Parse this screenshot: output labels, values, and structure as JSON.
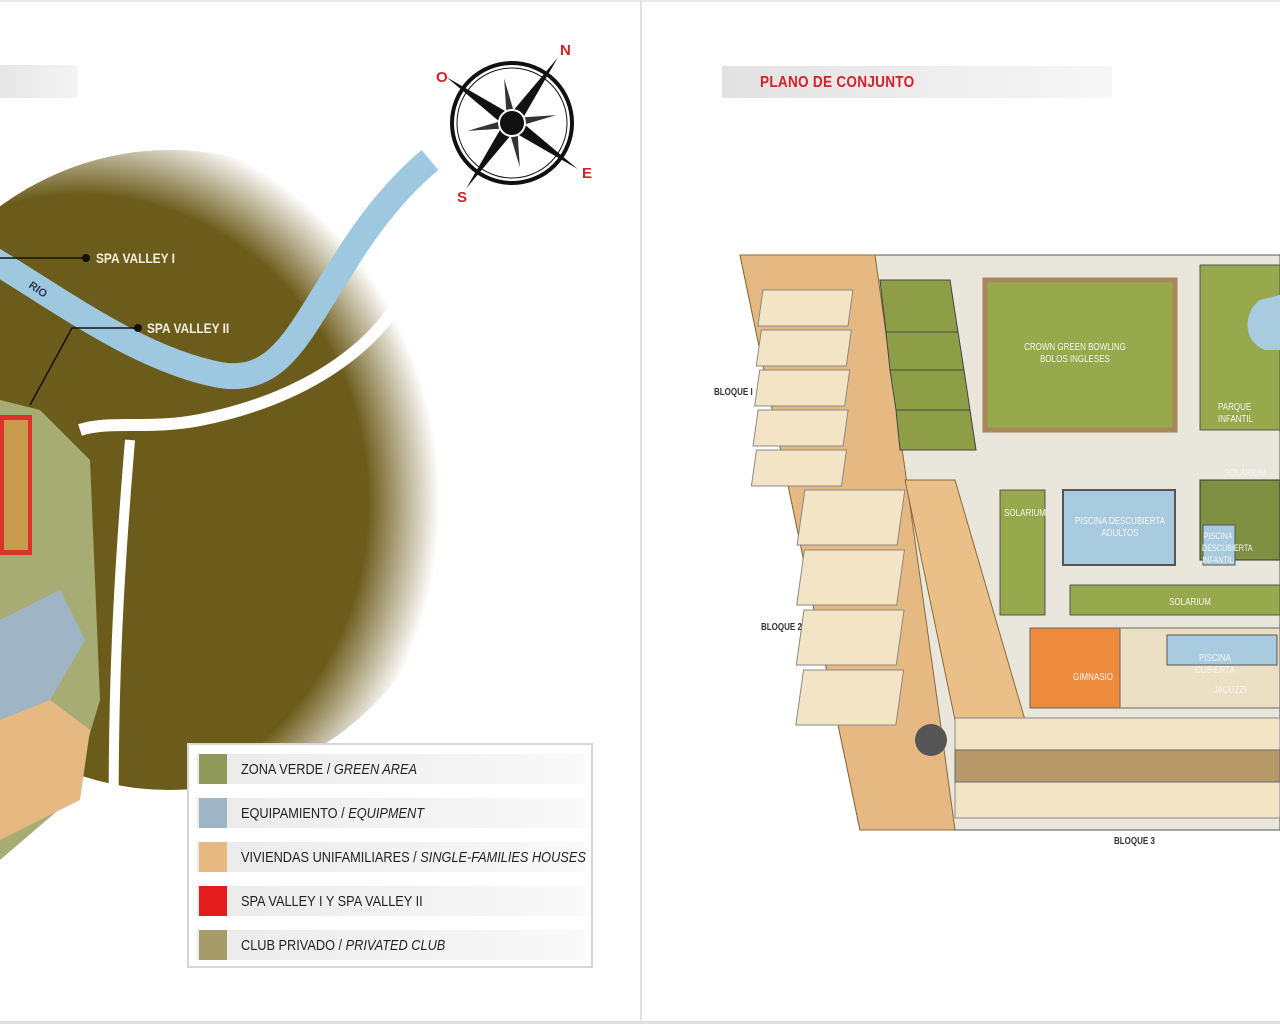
{
  "left_page": {
    "compass": {
      "north": "N",
      "south": "S",
      "east": "E",
      "west": "O"
    },
    "labels": {
      "spa_valley_1": "SPA VALLEY I",
      "spa_valley_2": "SPA VALLEY II",
      "river": "RIO"
    },
    "legend": [
      {
        "label": "ZONA VERDE",
        "label_en": "GREEN AREA",
        "color": "#8e995a"
      },
      {
        "label": "EQUIPAMIENTO",
        "label_en": "EQUIPMENT",
        "color": "#9fb5c6"
      },
      {
        "label": "VIVIENDAS UNIFAMILIARES",
        "label_en": "SINGLE-FAMILIES HOUSES",
        "color": "#e6b982"
      },
      {
        "label": "SPA VALLEY I Y SPA VALLEY II",
        "label_en": "",
        "color": "#e51c1c"
      },
      {
        "label": "CLUB PRIVADO",
        "label_en": "PRIVATED CLUB",
        "color": "#a59c6a"
      }
    ],
    "separator": " / "
  },
  "right_page": {
    "title": "PLANO DE CONJUNTO",
    "title_color": "#d4202a",
    "blocks": {
      "b1": "BLOQUE I",
      "b2": "BLOQUE 2",
      "b3": "BLOQUE 3"
    },
    "areas": {
      "bowling": "CROWN GREEN BOWLING",
      "bowling_es": "BOLOS INGLESES",
      "parque": "PARQUE INFANTIL",
      "solarium": "SOLARIUM",
      "pool_adults": "PISCINA DESCUBIERTA",
      "pool_adults_2": "ADULTOS",
      "pool_kids": "PISCINA DESCUBIERTA INFANTIL",
      "gym": "GIMNASIO",
      "indoor_pool": "PISCINA CUBIERTA",
      "jacuzzi": "JACUZZI"
    }
  }
}
